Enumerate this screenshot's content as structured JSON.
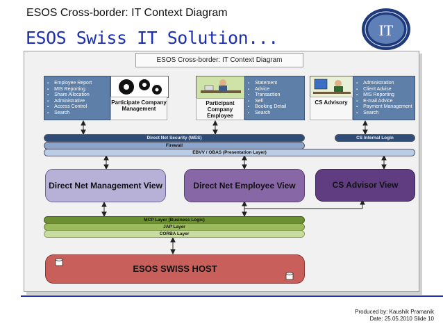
{
  "slide": {
    "title": "ESOS Cross-border: IT Context Diagram",
    "subtitle": "ESOS Swiss IT Solution...",
    "logo_text": "IT"
  },
  "diagram": {
    "frame_title": "ESOS Cross-border: IT Context Diagram",
    "management_list": [
      "Employee Report",
      "MIS Reporting",
      "Share Allocation",
      "Administrative",
      "Access Control",
      "Search"
    ],
    "management_actor": "Participate Company Management",
    "employee_list": [
      "Statement",
      "Advice",
      "Transaction",
      "Sell",
      "Booking Detail",
      "Search"
    ],
    "employee_actor": "Participant Company Employee",
    "advisory_list": [
      "Administration",
      "Client Advise",
      "MIS Reporting",
      "E-mail Advice",
      "Payment Management",
      "Search"
    ],
    "advisory_actor": "CS Advisory",
    "bars": {
      "security": "Direct Net Security (WES)",
      "internal_login": "CS Internal Login",
      "firewall": "Firewall",
      "presentation": "EBVV / OBAS (Presentation Layer)",
      "mcp": "MCP Layer (Business Logic)",
      "jap": "JAP Layer",
      "corba": "CORBA Layer"
    },
    "views": {
      "management": "Direct Net Management View",
      "employee": "Direct Net Employee View",
      "advisor": "CS Advisor View"
    },
    "host": "ESOS SWISS HOST"
  },
  "footer": {
    "produced_by": "Produced by: Kaushik Pramanik",
    "date_slide": "Date: 25.05.2010 Slide 10"
  }
}
